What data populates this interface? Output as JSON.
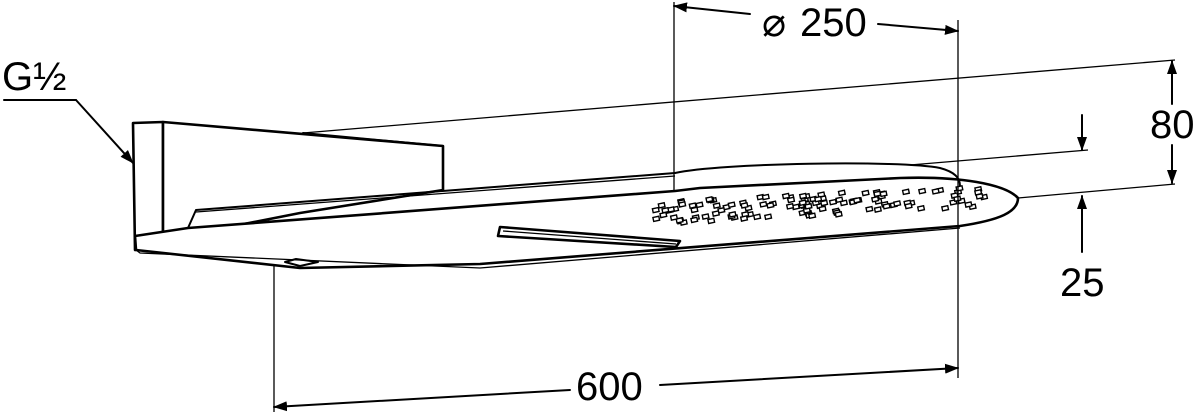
{
  "drawing": {
    "thread_label": "G½",
    "diameter_symbol": "⌀",
    "diameter_value": "250",
    "height_total": "80",
    "height_head": "25",
    "length": "600"
  },
  "colors": {
    "line": "#000000",
    "background": "#ffffff"
  }
}
